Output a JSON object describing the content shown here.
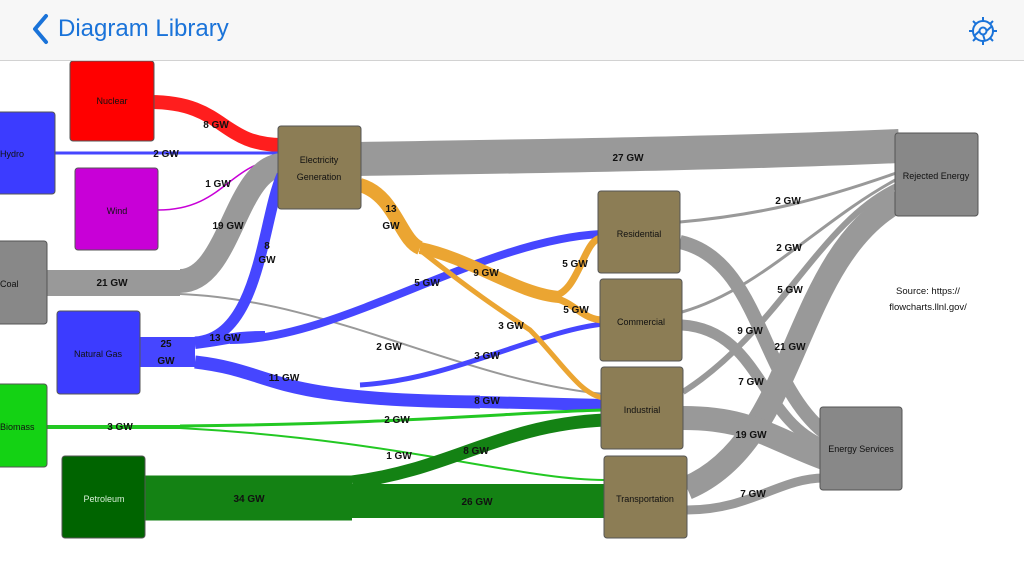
{
  "nav": {
    "back_label": "Diagram Library",
    "back_icon": "chevron-left-icon",
    "settings_icon": "gear-icon",
    "accent": "#1a73d9"
  },
  "source": {
    "line1": "Source: https://",
    "line2": "flowcharts.llnl.gov/"
  },
  "nodes": [
    {
      "id": "nuclear",
      "label": "Nuclear",
      "color": "#ff0000"
    },
    {
      "id": "hydro",
      "label": "Hydro",
      "color": "#3c3cff"
    },
    {
      "id": "wind",
      "label": "Wind",
      "color": "#c800d7"
    },
    {
      "id": "coal",
      "label": "Coal",
      "color": "#888888"
    },
    {
      "id": "gas",
      "label": "Natural Gas",
      "color": "#3c3cff"
    },
    {
      "id": "biomass",
      "label": "Biomass",
      "color": "#14d214"
    },
    {
      "id": "petroleum",
      "label": "Petroleum",
      "color": "#006400"
    },
    {
      "id": "elec",
      "label1": "Electricity",
      "label2": "Generation",
      "color": "#8c7d55"
    },
    {
      "id": "res",
      "label": "Residential",
      "color": "#8c7d55"
    },
    {
      "id": "com",
      "label": "Commercial",
      "color": "#8c7d55"
    },
    {
      "id": "ind",
      "label": "Industrial",
      "color": "#8c7d55"
    },
    {
      "id": "trans",
      "label": "Transportation",
      "color": "#8c7d55"
    },
    {
      "id": "rej",
      "label": "Rejected Energy",
      "color": "#888888"
    },
    {
      "id": "es",
      "label": "Energy Services",
      "color": "#888888"
    }
  ],
  "flows": [
    {
      "id": "nuclear-elec",
      "label": "8 GW",
      "color": "#ff1e1e"
    },
    {
      "id": "hydro-elec",
      "label": "2 GW",
      "color": "#4646ff"
    },
    {
      "id": "wind-elec",
      "label": "1 GW",
      "color": "#c800d7"
    },
    {
      "id": "coal-elec",
      "label": "19 GW",
      "color": "#999999"
    },
    {
      "id": "coal-out",
      "label": "21 GW",
      "color": "#999999"
    },
    {
      "id": "coal-ind",
      "label": "2 GW",
      "color": "#999999"
    },
    {
      "id": "gas-main",
      "label1": "25",
      "label2": "GW",
      "color": "#4646ff"
    },
    {
      "id": "gas-elec",
      "label1": "8",
      "label2": "GW",
      "color": "#4646ff"
    },
    {
      "id": "gas-13",
      "label": "13 GW",
      "color": "#4646ff"
    },
    {
      "id": "gas-res",
      "label": "5 GW",
      "color": "#4646ff"
    },
    {
      "id": "gas-com",
      "label": "3 GW",
      "color": "#4646ff"
    },
    {
      "id": "gas-ind",
      "label": "11 GW",
      "color": "#4646ff"
    },
    {
      "id": "gas-ind-8",
      "label": "8 GW",
      "color": "#4646ff"
    },
    {
      "id": "elec-rej",
      "label": "27 GW",
      "color": "#999999"
    },
    {
      "id": "elec-out",
      "label1": "13",
      "label2": "GW",
      "color": "#eba532"
    },
    {
      "id": "elec-9",
      "label": "9 GW",
      "color": "#eba532"
    },
    {
      "id": "elec-res",
      "label": "5 GW",
      "color": "#eba532"
    },
    {
      "id": "elec-com",
      "label": "5 GW",
      "color": "#eba532"
    },
    {
      "id": "elec-ind",
      "label": "3 GW",
      "color": "#eba532"
    },
    {
      "id": "bio-out",
      "label": "3 GW",
      "color": "#23c823"
    },
    {
      "id": "bio-ind",
      "label": "2 GW",
      "color": "#23c823"
    },
    {
      "id": "bio-trans",
      "label": "1 GW",
      "color": "#23c823"
    },
    {
      "id": "pet-out",
      "label": "34 GW",
      "color": "#148214"
    },
    {
      "id": "pet-ind",
      "label": "8 GW",
      "color": "#148214"
    },
    {
      "id": "pet-trans",
      "label": "26 GW",
      "color": "#148214"
    },
    {
      "id": "res-rej",
      "label": "2 GW",
      "color": "#999999"
    },
    {
      "id": "com-rej",
      "label": "2 GW",
      "color": "#999999"
    },
    {
      "id": "ind-rej",
      "label": "5 GW",
      "color": "#999999"
    },
    {
      "id": "res-es",
      "label": "9 GW",
      "color": "#999999"
    },
    {
      "id": "com-es",
      "label": "7 GW",
      "color": "#999999"
    },
    {
      "id": "trans-rej",
      "label": "21 GW",
      "color": "#999999"
    },
    {
      "id": "ind-es",
      "label": "19 GW",
      "color": "#999999"
    },
    {
      "id": "trans-es",
      "label": "7 GW",
      "color": "#999999"
    }
  ]
}
